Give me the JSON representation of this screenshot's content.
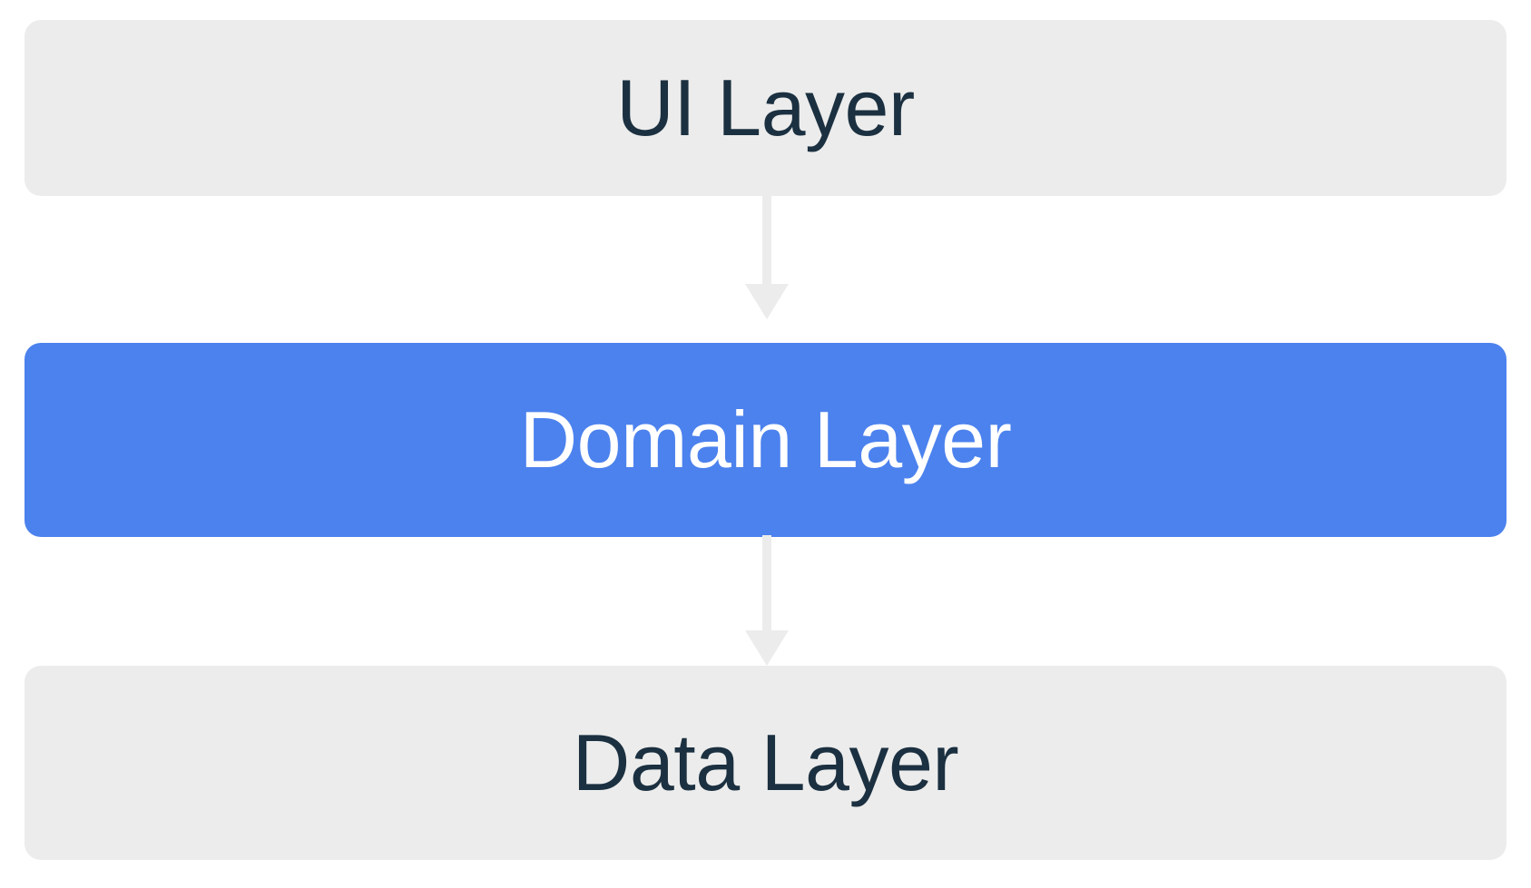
{
  "diagram": {
    "type": "flowchart",
    "orientation": "top-to-bottom",
    "background_color": "#ffffff",
    "nodes": [
      {
        "id": "ui-layer",
        "label": "UI Layer",
        "shape": "rounded-rectangle",
        "fill_color": "#ececec",
        "text_color": "#1b3040",
        "highlighted": false
      },
      {
        "id": "domain-layer",
        "label": "Domain Layer",
        "shape": "rounded-rectangle",
        "fill_color": "#4c82ee",
        "text_color": "#ffffff",
        "highlighted": true
      },
      {
        "id": "data-layer",
        "label": "Data Layer",
        "shape": "rounded-rectangle",
        "fill_color": "#ececec",
        "text_color": "#1b3040",
        "highlighted": false
      }
    ],
    "edges": [
      {
        "id": "ui-to-domain",
        "from": "ui-layer",
        "to": "domain-layer",
        "style": "solid-arrow",
        "color": "#ececec",
        "direction": "down"
      },
      {
        "id": "domain-to-data",
        "from": "domain-layer",
        "to": "data-layer",
        "style": "solid-arrow",
        "color": "#ececec",
        "direction": "down"
      }
    ]
  }
}
